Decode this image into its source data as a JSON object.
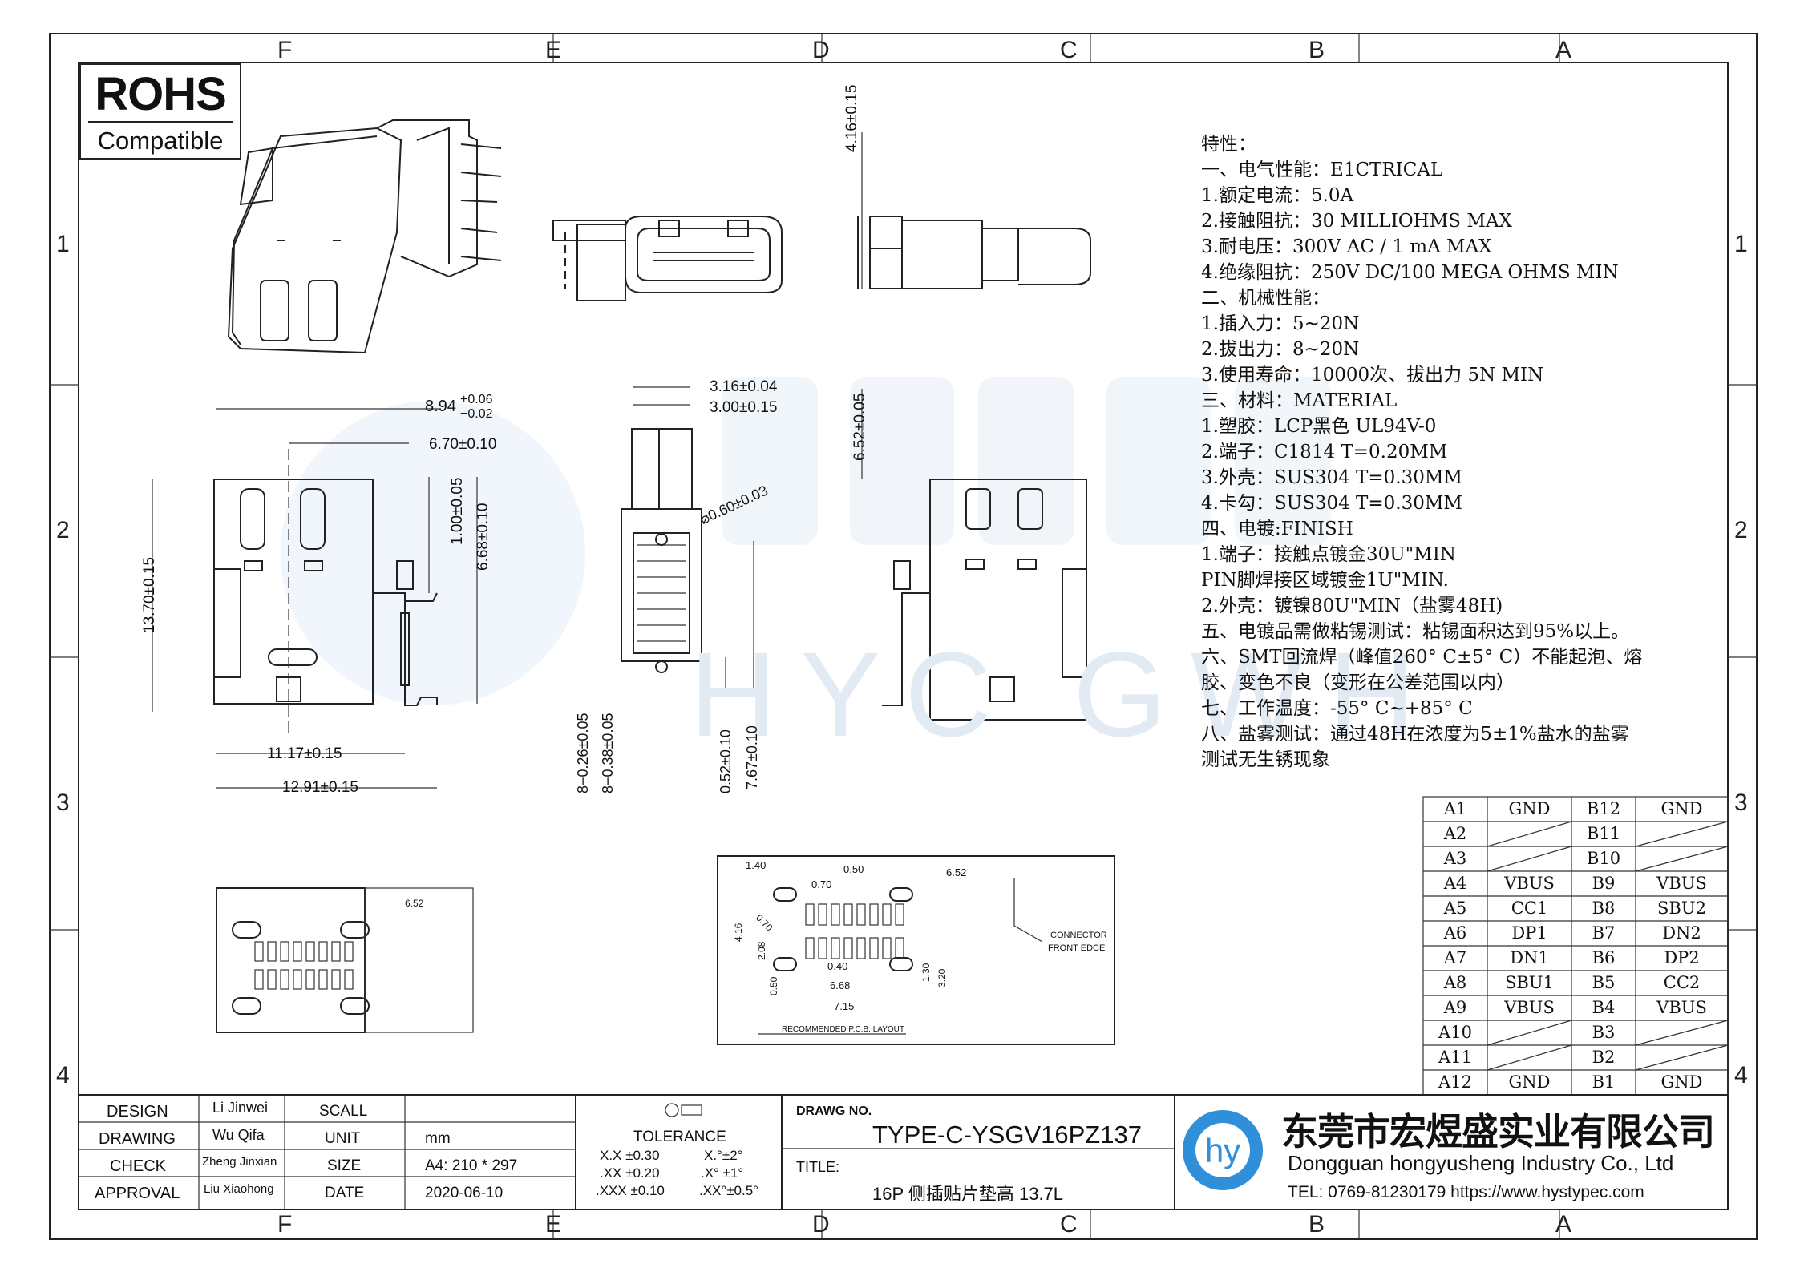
{
  "grid": {
    "columns": [
      "F",
      "E",
      "D",
      "C",
      "B",
      "A"
    ],
    "rows": [
      "1",
      "2",
      "3",
      "4"
    ]
  },
  "rohs": {
    "title": "ROHS",
    "subtitle": "Compatible"
  },
  "watermark": {
    "text": "HYC GWH"
  },
  "dimensions": {
    "top_height": "4.16±0.15",
    "front_width": "8.94",
    "front_width_tol_plus": "+0.06",
    "front_width_tol_minus": "−0.02",
    "inner_width": "6.70±0.10",
    "height_1": "1.00±0.05",
    "height_2": "6.68±0.10",
    "total_height": "13.70±0.15",
    "w1": "11.17±0.15",
    "w2": "12.91±0.15",
    "side_w1": "3.16±0.04",
    "side_w2": "3.00±0.15",
    "hole": "⌀0.60±0.03",
    "pitch_1": "8−0.26±0.05",
    "pitch_2": "8−0.38±0.05",
    "lead_1": "0.52±0.10",
    "lead_2": "7.67±0.10",
    "right_h": "6.52±0.05",
    "pad_6_52": "6.52",
    "pcb_1_40": "1.40",
    "pcb_0_50": "0.50",
    "pcb_6_52": "6.52",
    "pcb_0_70": "0.70",
    "pcb_4_16": "4.16",
    "pcb_2_08": "2.08",
    "pcb_0_40": "0.40",
    "pcb_1_30": "1.30",
    "pcb_3_20": "3.20",
    "pcb_0_50b": "0.50",
    "pcb_6_68": "6.68",
    "pcb_7_15": "7.15",
    "pcb_0_70b": "0.70",
    "connector_edge_1": "CONNECTOR",
    "connector_edge_2": "FRONT EDCE",
    "pcb_layout": "RECOMMENDED P.C.B. LAYOUT"
  },
  "specs": [
    "特性：",
    "一、电气性能：E1CTRICAL",
    "  1.额定电流：5.0A",
    "  2.接触阻抗：30 MILLIOHMS MAX",
    "  3.耐电压：300V AC / 1 mA MAX",
    "  4.绝缘阻抗：250V DC/100 MEGA OHMS MIN",
    "二、机械性能：",
    " 1.插入力：5~20N",
    " 2.拔出力：8~20N",
    " 3.使用寿命：10000次、拔出力 5N MIN",
    "三、材料：MATERIAL",
    "  1.塑胶：LCP黑色 UL94V-0",
    "  2.端子：C1814 T=0.20MM",
    "  3.外壳：SUS304 T=0.30MM",
    "  4.卡勾：SUS304 T=0.30MM",
    "四、电镀:FINISH",
    "  1.端子：接触点镀金30U\"MIN",
    "         PIN脚焊接区域镀金1U\"MIN.",
    "  2.外壳：镀镍80U\"MIN（盐雾48H)",
    "五、电镀品需做粘锡测试：粘锡面积达到95%以上。",
    "六、SMT回流焊（峰值260° C±5° C）不能起泡、熔",
    "   胶、变色不良（变形在公差范围以内）",
    "七、工作温度：-55° C~+85° C",
    "八、盐雾测试：通过48H在浓度为5±1%盐水的盐雾",
    "   测试无生锈现象"
  ],
  "pins": [
    [
      "A1",
      "GND",
      "B12",
      "GND"
    ],
    [
      "A2",
      "",
      "B11",
      ""
    ],
    [
      "A3",
      "",
      "B10",
      ""
    ],
    [
      "A4",
      "VBUS",
      "B9",
      "VBUS"
    ],
    [
      "A5",
      "CC1",
      "B8",
      "SBU2"
    ],
    [
      "A6",
      "DP1",
      "B7",
      "DN2"
    ],
    [
      "A7",
      "DN1",
      "B6",
      "DP2"
    ],
    [
      "A8",
      "SBU1",
      "B5",
      "CC2"
    ],
    [
      "A9",
      "VBUS",
      "B4",
      "VBUS"
    ],
    [
      "A10",
      "",
      "B3",
      ""
    ],
    [
      "A11",
      "",
      "B2",
      ""
    ],
    [
      "A12",
      "GND",
      "B1",
      "GND"
    ]
  ],
  "title_block": {
    "design_label": "DESIGN",
    "design_name": "Li Jinwei",
    "drawing_label": "DRAWING",
    "drawing_name": "Wu Qifa",
    "check_label": "CHECK",
    "check_name": "Zheng Jinxian",
    "approval_label": "APPROVAL",
    "approval_name": "Liu Xiaohong",
    "scall_label": "SCALL",
    "scall_value": "",
    "unit_label": "UNIT",
    "unit_value": "mm",
    "size_label": "SIZE",
    "size_value": "A4: 210 * 297",
    "date_label": "DATE",
    "date_value": "2020-06-10",
    "tolerance_label": "TOLERANCE",
    "tol_x": "X.X   ±0.30",
    "tol_xx": ".XX   ±0.20",
    "tol_xxx": ".XXX  ±0.10",
    "tol_a1": "X.°±2°",
    "tol_a2": ".X° ±1°",
    "tol_a3": ".XX°±0.5°",
    "drawg_no_label": "DRAWG NO.",
    "drawg_no": "TYPE-C-YSGV16PZ137",
    "title_label": "TITLE:",
    "title": "16P 侧插贴片垫高 13.7L",
    "company_cn": "东莞市宏煜盛实业有限公司",
    "company_en": "Dongguan hongyusheng Industry Co., Ltd",
    "contact": "TEL: 0769-81230179   https://www.hystypec.com"
  },
  "colors": {
    "line": "#222222",
    "watermark": "#dbe8f4",
    "logo_blue": "#2f8fd8"
  }
}
